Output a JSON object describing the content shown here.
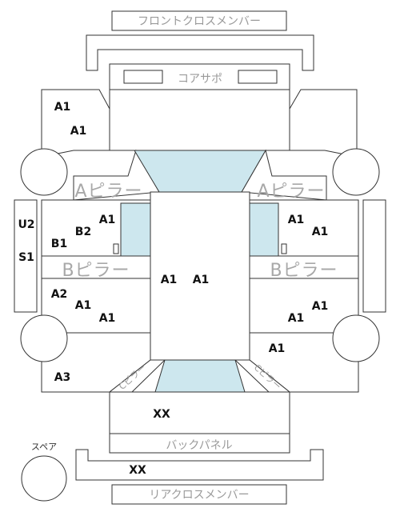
{
  "labels": {
    "front_cross_member": "フロントクロスメンバー",
    "core_support": "コアサポ",
    "a_pillar": "Aピラー",
    "b_pillar": "Bピラー",
    "c_pillar": "Cピラー",
    "back_panel": "バックパネル",
    "rear_cross_member": "リアクロスメンバー",
    "spare": "スペア"
  },
  "grades": {
    "front_left_upper": "A1",
    "front_left_lower": "A1",
    "front_left_door_outer": "B1",
    "front_left_door_mid": "B2",
    "front_left_door_inner": "A1",
    "left_rocker_top": "U2",
    "left_rocker_bottom": "S1",
    "front_right_door_inner": "A1",
    "front_right_door_outer": "A1",
    "roof_left": "A1",
    "roof_right": "A1",
    "rear_left_door_outer": "A2",
    "rear_left_door_mid": "A1",
    "rear_left_door_inner": "A1",
    "rear_right_door_outer": "A1",
    "rear_right_door_inner": "A1",
    "rear_right_quarter": "A1",
    "rear_left_quarter": "A3",
    "trunk": "XX",
    "rear_bumper": "XX"
  },
  "colors": {
    "glass": "#cde7ee",
    "outline": "#333333",
    "label_gray": "#9a9a9a"
  }
}
